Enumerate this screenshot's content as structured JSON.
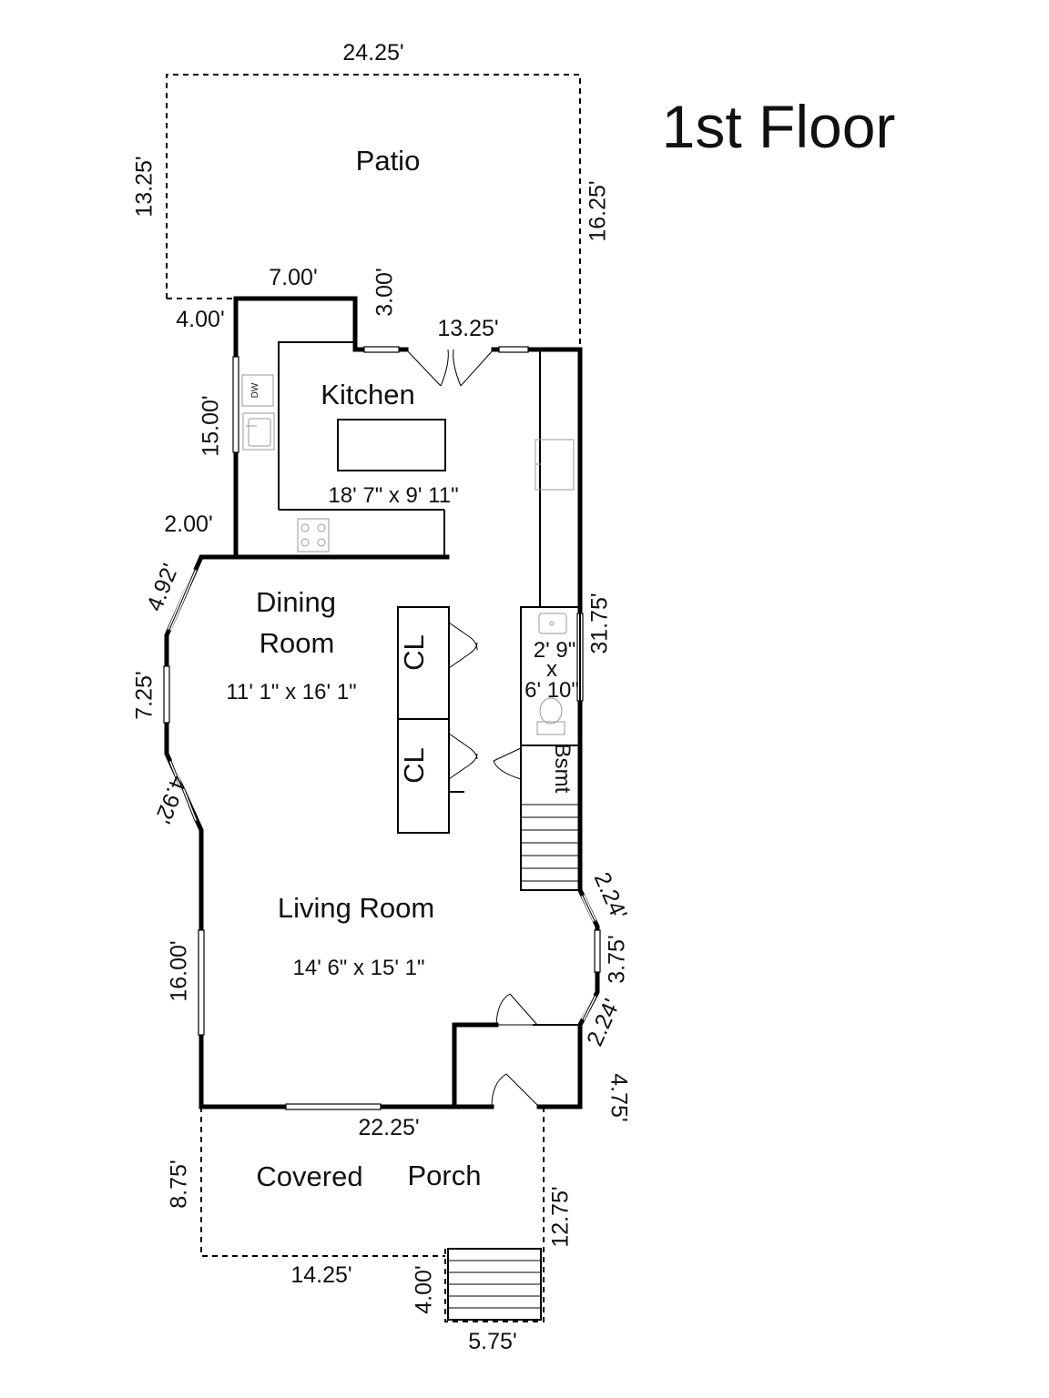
{
  "title": "1st Floor",
  "rooms": {
    "patio": "Patio",
    "kitchen": "Kitchen",
    "kitchen_size": "18' 7\" x 9' 11\"",
    "dining_line1": "Dining",
    "dining_line2": "Room",
    "dining_size": "11' 1\" x 16' 1\"",
    "closet1": "CL",
    "closet2": "CL",
    "bath_w": "2' 9\"",
    "bath_x": "x",
    "bath_h": "6' 10\"",
    "basement": "Bsmt",
    "living": "Living Room",
    "living_size": "14' 6\" x 15' 1\"",
    "porch_word1": "Covered",
    "porch_word2": "Porch",
    "dishwasher": "DW"
  },
  "dimensions": {
    "patio_top": "24.25'",
    "patio_left": "13.25'",
    "patio_right": "16.25'",
    "bump_top": "7.00'",
    "bump_left": "4.00'",
    "bump_right": "3.00'",
    "kitchen_door": "13.25'",
    "kitchen_left": "15.00'",
    "step_in": "2.00'",
    "bay_upper": "4.92'",
    "bay_mid": "7.25'",
    "bay_lower": "4.92'",
    "right_wall": "31.75'",
    "right_bay_upper": "2.24'",
    "right_bay_mid": "3.75'",
    "right_bay_lower": "2.24'",
    "entry_right": "4.75'",
    "living_left": "16.00'",
    "front_wall": "22.25'",
    "porch_left": "8.75'",
    "porch_right": "12.75'",
    "porch_bottom": "14.25'",
    "steps_left": "4.00'",
    "steps_bottom": "5.75'"
  }
}
